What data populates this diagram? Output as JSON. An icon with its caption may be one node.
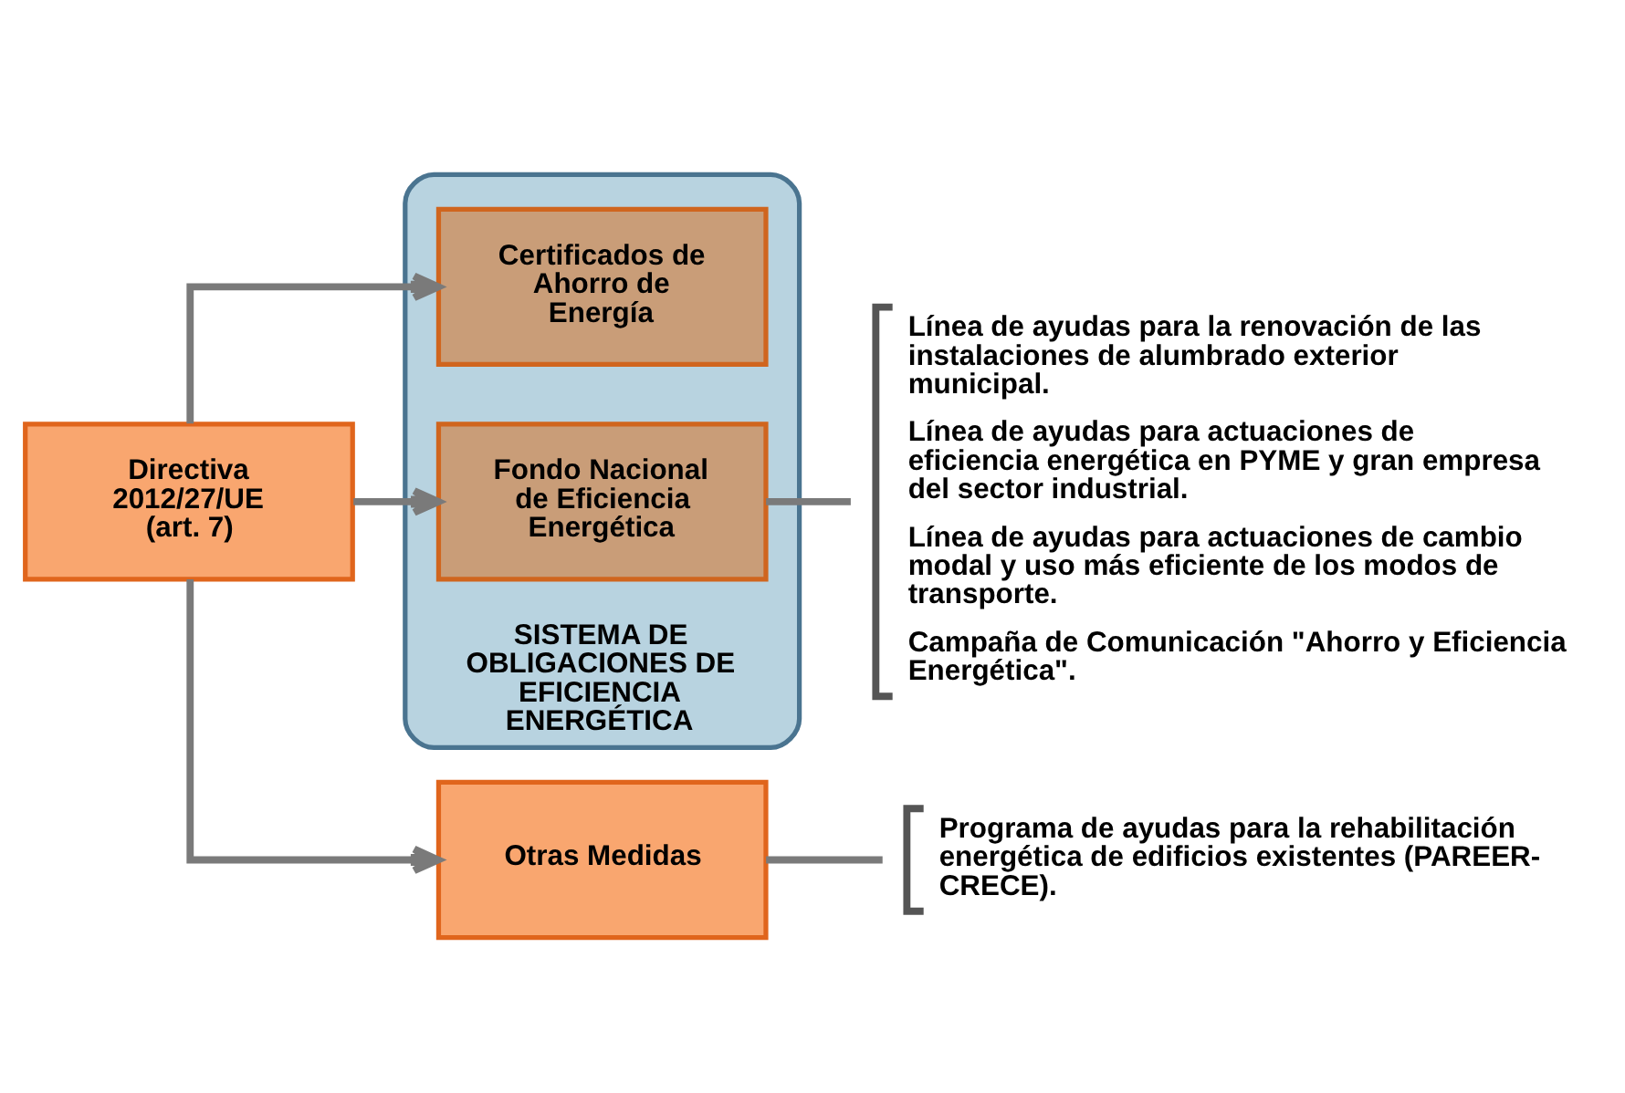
{
  "diagram": {
    "nodes": [
      {
        "text": [
          "Directiva 2012/27/UE (art. 7)"
        ]
      },
      {
        "text": [
          "SISTEMA DE OBLIGACIONES DE EFICIENCIA ENERGÉTICA"
        ]
      },
      {
        "text": [
          "Certificados de Ahorro de Energía"
        ],
        "in": 1
      },
      {
        "text": [
          "Fondo Nacional de Eficiencia Energética"
        ],
        "in": 1
      },
      {
        "text": [
          "Otras Medidas"
        ]
      },
      {
        "text": [
          "Línea de ayudas para la renovación de las instalaciones de alumbrado exterior municipal.",
          "Línea de ayudas para actuaciones de eficiencia energética en PYME y gran empresa del sector industrial.",
          "Línea de ayudas para actuaciones de cambio modal y uso más eficiente de los modos de transporte.",
          "Campaña de Comunicación \"Ahorro y Eficiencia Energética\"."
        ]
      },
      {
        "text": [
          "Programa de ayudas para la rehabilitación energética de edificios existentes (PAREER-CRECE)."
        ]
      }
    ],
    "edges": [
      {
        "from": 0,
        "to": 2,
        "arrow": "to"
      },
      {
        "from": 0,
        "to": 3,
        "arrow": "to"
      },
      {
        "from": 0,
        "to": 4,
        "arrow": "to"
      },
      {
        "from": 3,
        "to": 5,
        "arrow": "none"
      },
      {
        "from": 4,
        "to": 6,
        "arrow": "none"
      }
    ]
  }
}
